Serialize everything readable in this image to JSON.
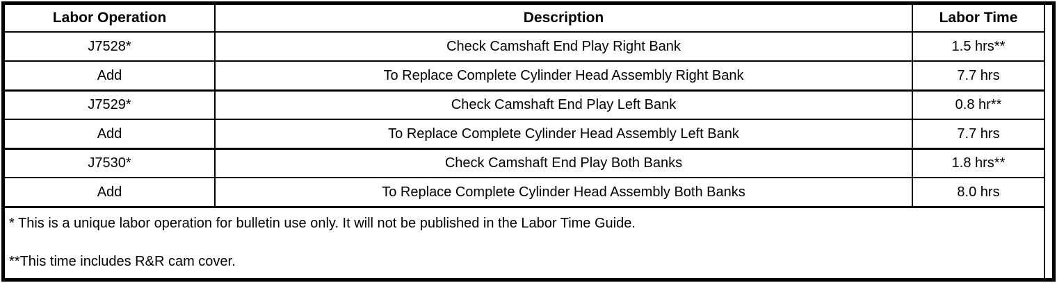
{
  "colors": {
    "border": "#000000",
    "background": "#ffffff",
    "text": "#000000"
  },
  "table": {
    "columns": [
      {
        "label": "Labor Operation"
      },
      {
        "label": "Description"
      },
      {
        "label": "Labor Time"
      }
    ],
    "rows": [
      {
        "op": "J7528*",
        "desc": "Check Camshaft End Play Right Bank",
        "time": "1.5 hrs**"
      },
      {
        "op": "Add",
        "desc": "To Replace Complete Cylinder Head Assembly Right Bank",
        "time": "7.7 hrs"
      },
      {
        "op": "J7529*",
        "desc": "Check Camshaft End Play Left Bank",
        "time": "0.8 hr**"
      },
      {
        "op": "Add",
        "desc": "To Replace Complete Cylinder Head Assembly Left Bank",
        "time": "7.7 hrs"
      },
      {
        "op": "J7530*",
        "desc": "Check Camshaft End Play Both Banks",
        "time": "1.8 hrs**"
      },
      {
        "op": "Add",
        "desc": "To Replace Complete Cylinder Head Assembly Both Banks",
        "time": "8.0 hrs"
      }
    ],
    "footnotes": [
      "* This is a unique labor operation for bulletin use only. It will not be published in the Labor Time Guide.",
      "**This time includes R&R cam cover."
    ]
  }
}
